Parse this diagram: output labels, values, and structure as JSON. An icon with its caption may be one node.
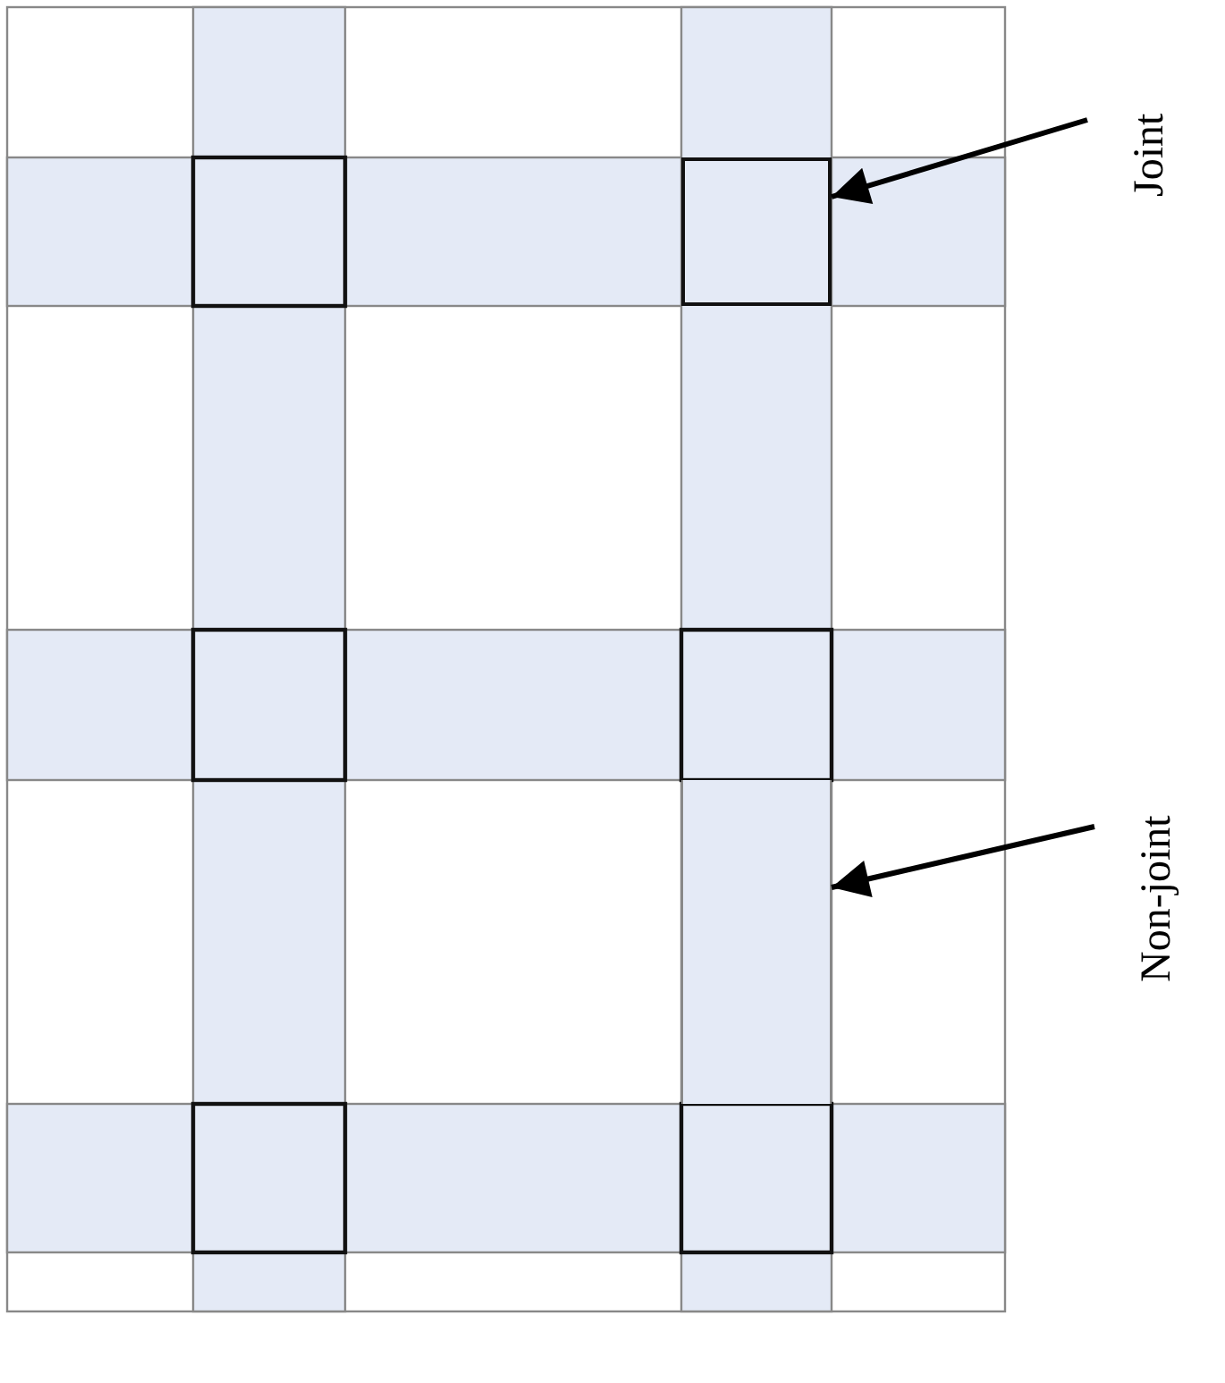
{
  "diagram": {
    "nodes": [
      {
        "text": [
          "Joint"
        ]
      },
      {
        "text": [],
        "shape": "box"
      },
      {
        "text": [
          "Non-joint"
        ]
      },
      {
        "text": [],
        "shape": "bar"
      }
    ],
    "edges": [
      {
        "from": 0,
        "to": 1,
        "arrow": "to"
      },
      {
        "from": 2,
        "to": 3,
        "arrow": "to"
      }
    ]
  }
}
